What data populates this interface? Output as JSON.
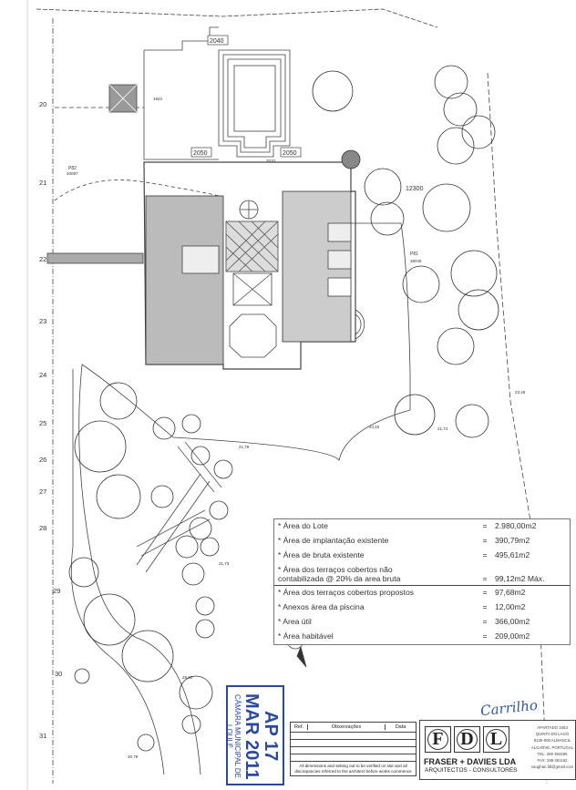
{
  "plan": {
    "levels": {
      "pool_top": "2040",
      "pool_left": "2050",
      "pool_right": "2050",
      "pool_low": "2010",
      "ground_north": "12300",
      "patio": "1942",
      "p81": "P81",
      "p81_elev": "38045",
      "p82": "P82",
      "p82_elev": "20097",
      "path_a": "24,15",
      "path_b": "21,74",
      "path_c": "23,48",
      "path_d": "21,73",
      "path_e": "21,79",
      "path_f": "30,79",
      "path_g": "28,80"
    },
    "grid_left": [
      "20",
      "21",
      "22",
      "23",
      "24",
      "25",
      "26",
      "27",
      "28",
      "29",
      "30",
      "31"
    ]
  },
  "areas_table": {
    "existing": [
      {
        "label": "Área do Lote",
        "eq": "=",
        "value": "2.980,00m2"
      },
      {
        "label": "Área de implantação existente",
        "eq": "=",
        "value": "390,79m2"
      },
      {
        "label": "Área de bruta existente",
        "eq": "=",
        "value": "495,61m2"
      },
      {
        "label": "Área dos terraços cobertos não contabilizada @ 20% da area bruta",
        "eq": "=",
        "value": "99,12m2 Máx."
      }
    ],
    "proposed": [
      {
        "label": "Área dos terraços cobertos propostos",
        "eq": "=",
        "value": "97,68m2"
      },
      {
        "label": "Anexos área da piscina",
        "eq": "=",
        "value": "12,00m2"
      },
      {
        "label": "Area útil",
        "eq": "=",
        "value": "366,00m2"
      },
      {
        "label": "Área habitável",
        "eq": "=",
        "value": "209,00m2"
      }
    ]
  },
  "revisions": {
    "col_ref": "Ref.",
    "col_obs": "Observações",
    "col_date": "Data",
    "note": "All dimensions and setting out to be verified on site and all discrepancies referred to the architect before works commence"
  },
  "title_block": {
    "logo_letters": [
      "F",
      "D",
      "L"
    ],
    "firm": "FRASER + DAVIES LDA",
    "subtitle": "ARQUITECTOS  -  CONSULTORES",
    "address": [
      "APARTADO 3453",
      "QUINTA DO LAGO",
      "8135-906 ALMANCIL",
      "ALGARVE, PORTUGAL",
      "TEL: 289 394485",
      "FAX: 289 391162",
      "vaughan.fdl@gmail.com"
    ]
  },
  "stamp": {
    "text": "AP 17 MAR 2011",
    "org": "CÂMARA MUNICIPAL DE LOULÉ"
  },
  "signature": "Carrilho",
  "colors": {
    "ink": "#333333",
    "stamp": "#2a4aa0"
  }
}
